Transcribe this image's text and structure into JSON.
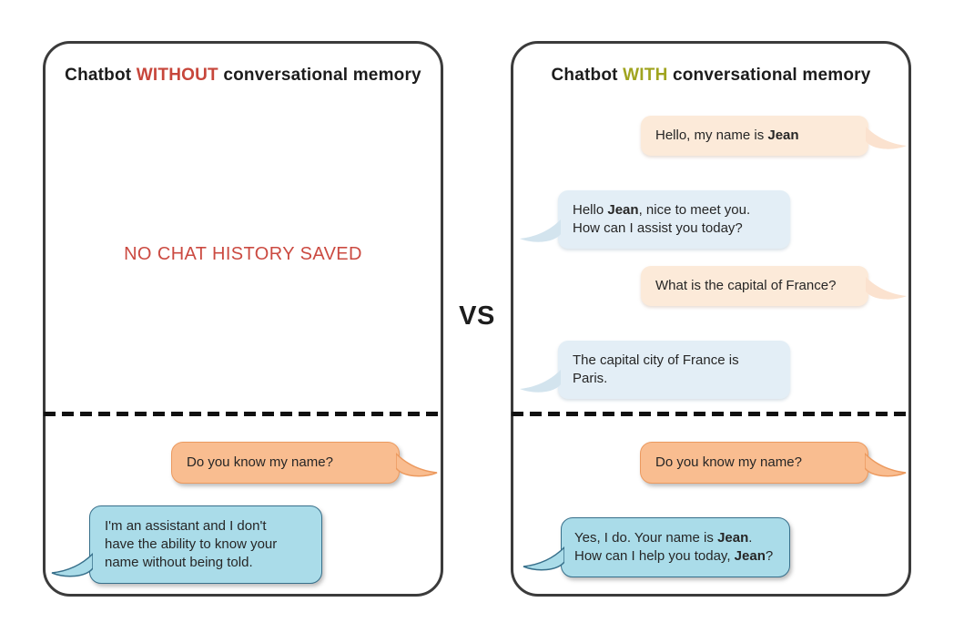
{
  "vs_label": "VS",
  "colors": {
    "accent_red": "#c7463b",
    "accent_olive": "#a0a41f",
    "empty_state_red": "#cb4a41",
    "panel_border": "#3b3b3b",
    "divider_black": "#111111",
    "user_bubble_peach": "#fcead9",
    "bot_bubble_light_blue": "#e3eef6",
    "user_bubble_orange": "#f9bd90",
    "user_bubble_orange_border": "#ec9a5f",
    "bot_bubble_blue": "#aadce9",
    "bot_bubble_blue_border": "#38708b",
    "text": "#262626"
  },
  "left_panel": {
    "title": {
      "pre": "Chatbot ",
      "highlight": "WITHOUT",
      "post": " conversational memory"
    },
    "empty_state": "NO CHAT HISTORY SAVED",
    "messages_after_divider": [
      {
        "sender": "user",
        "text_segments": [
          {
            "text": "Do you know my name?"
          }
        ]
      },
      {
        "sender": "chatbot",
        "text_segments": [
          {
            "text": "I'm an assistant and I don't\nhave the ability to know your\nname without being told."
          }
        ]
      }
    ]
  },
  "right_panel": {
    "title": {
      "pre": "Chatbot ",
      "highlight": "WITH",
      "post": " conversational memory"
    },
    "messages_before_divider": [
      {
        "sender": "user",
        "text_segments": [
          {
            "text": "Hello, my name is "
          },
          {
            "text": "Jean",
            "bold": true
          }
        ]
      },
      {
        "sender": "chatbot",
        "text_segments": [
          {
            "text": "Hello "
          },
          {
            "text": "Jean",
            "bold": true
          },
          {
            "text": ", nice to meet you.\nHow can I assist you today?"
          }
        ]
      },
      {
        "sender": "user",
        "text_segments": [
          {
            "text": "What is the capital of France?"
          }
        ]
      },
      {
        "sender": "chatbot",
        "text_segments": [
          {
            "text": "The capital city of France is\nParis."
          }
        ]
      }
    ],
    "messages_after_divider": [
      {
        "sender": "user",
        "text_segments": [
          {
            "text": "Do you know my name?"
          }
        ]
      },
      {
        "sender": "chatbot",
        "text_segments": [
          {
            "text": "Yes, I do. Your name is "
          },
          {
            "text": "Jean",
            "bold": true
          },
          {
            "text": ".\nHow can I help you today, "
          },
          {
            "text": "Jean",
            "bold": true
          },
          {
            "text": "?"
          }
        ]
      }
    ]
  }
}
